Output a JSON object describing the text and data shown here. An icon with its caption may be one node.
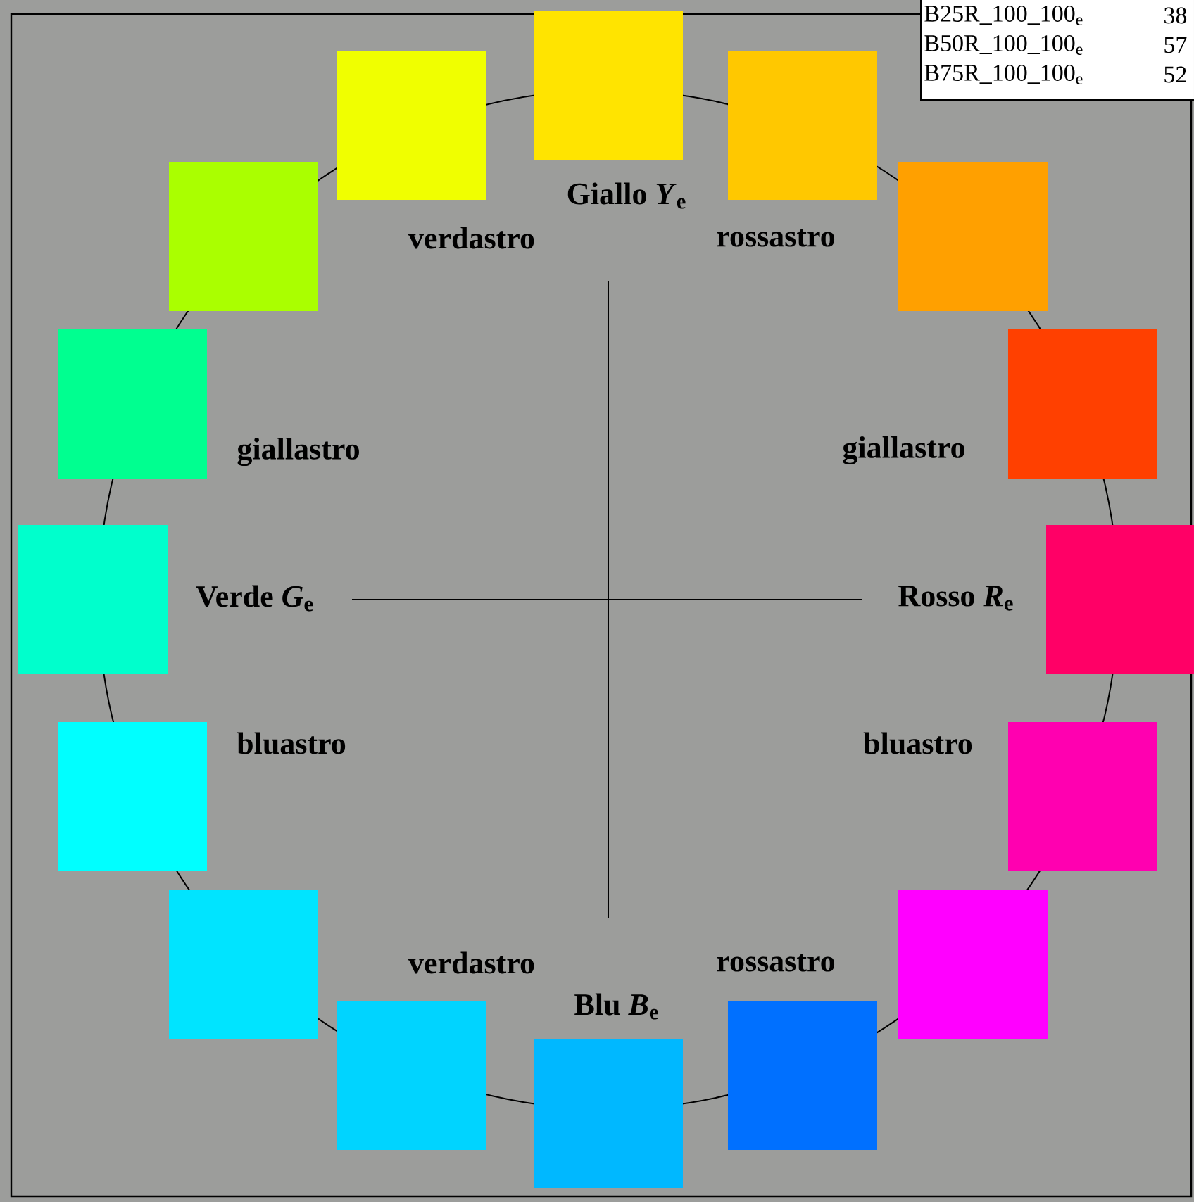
{
  "diagram": {
    "labels": [
      "B25R_100_100$_{e}$",
      "38",
      "B50R_100_100$_{e}$",
      "57",
      "B75R_100_100$_{e}$",
      "52",
      "Giallo *Y*$_{e}$",
      "verdastro",
      "rossastro",
      "giallastro",
      "giallastro",
      "Verde *G*$_{e}$",
      "Rosso *R*$_{e}$",
      "bluastro",
      "bluastro",
      "verdastro",
      "rossastro",
      "Blu *B*$_{e}$"
    ]
  }
}
